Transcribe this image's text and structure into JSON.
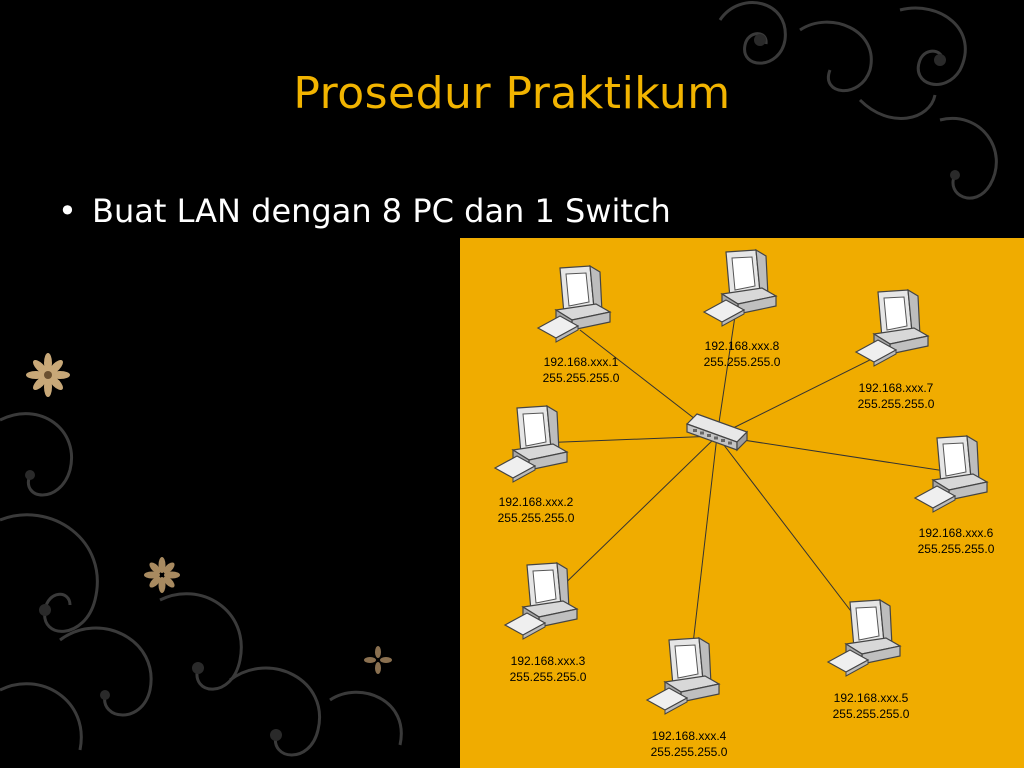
{
  "slide": {
    "title": "Prosedur Praktikum",
    "bullet": "Buat LAN dengan 8 PC dan 1 Switch",
    "bullet_symbol": "•"
  },
  "colors": {
    "background": "#000000",
    "title": "#f2b400",
    "diagram_background": "#f0ac00",
    "text": "#ffffff"
  },
  "diagram": {
    "switch": {
      "name": "switch"
    },
    "pcs": [
      {
        "ip": "192.168.xxx.1",
        "mask": "255.255.255.0"
      },
      {
        "ip": "192.168.xxx.2",
        "mask": "255.255.255.0"
      },
      {
        "ip": "192.168.xxx.3",
        "mask": "255.255.255.0"
      },
      {
        "ip": "192.168.xxx.4",
        "mask": "255.255.255.0"
      },
      {
        "ip": "192.168.xxx.5",
        "mask": "255.255.255.0"
      },
      {
        "ip": "192.168.xxx.6",
        "mask": "255.255.255.0"
      },
      {
        "ip": "192.168.xxx.7",
        "mask": "255.255.255.0"
      },
      {
        "ip": "192.168.xxx.8",
        "mask": "255.255.255.0"
      }
    ]
  }
}
